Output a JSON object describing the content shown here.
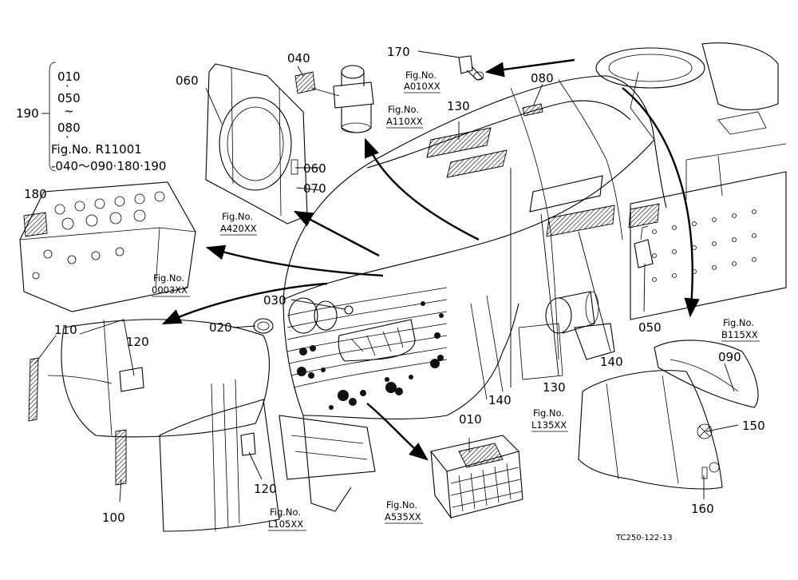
{
  "legend": {
    "ref": "190",
    "lines": [
      "010",
      "·",
      "050",
      "~",
      "080",
      "·",
      "Fig.No. R11001",
      "-040～090·180·190"
    ]
  },
  "parts": {
    "p010": "010",
    "p020": "020",
    "p030": "030",
    "p040": "040",
    "p050": "050",
    "p060a": "060",
    "p060b": "060",
    "p070": "070",
    "p080": "080",
    "p090": "090",
    "p100": "100",
    "p110": "110",
    "p120a": "120",
    "p120b": "120",
    "p130a": "130",
    "p130b": "130",
    "p140a": "140",
    "p140b": "140",
    "p150": "150",
    "p160": "160",
    "p170": "170",
    "p180": "180"
  },
  "figrefs": [
    {
      "label": "Fig.No.",
      "code": "A010XX"
    },
    {
      "label": "Fig.No.",
      "code": "A110XX"
    },
    {
      "label": "Fig.No.",
      "code": "A420XX"
    },
    {
      "label": "Fig.No.",
      "code": "0003XX"
    },
    {
      "label": "Fig.No.",
      "code": "B115XX"
    },
    {
      "label": "Fig.No.",
      "code": "L135XX"
    },
    {
      "label": "Fig.No.",
      "code": "A535XX"
    },
    {
      "label": "Fig.No.",
      "code": "L105XX"
    }
  ],
  "drawing_id": "TC250-122-13"
}
